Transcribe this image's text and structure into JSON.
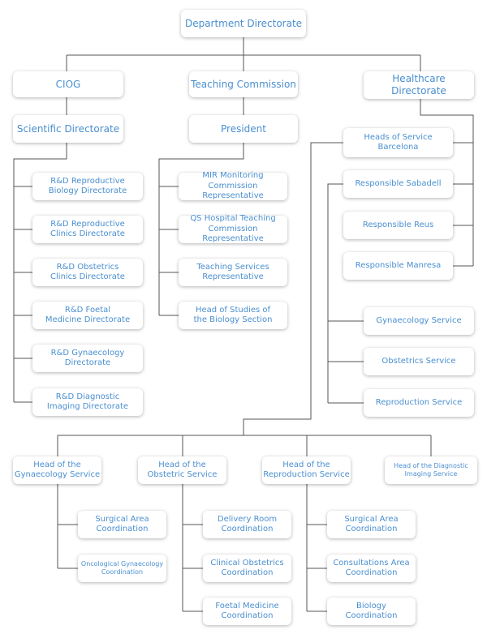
{
  "nodes": {
    "department_directorate": "Department Directorate",
    "ciog": "CIOG",
    "teaching_commission": "Teaching Commission",
    "healthcare_directorate": "Healthcare Directorate",
    "scientific_directorate": "Scientific Directorate",
    "president": "President",
    "rd_reproductive_biology": "R&D Reproductive\nBiology Directorate",
    "rd_reproductive_clinics": "R&D Reproductive\nClinics Directorate",
    "rd_obstetrics_clinics": "R&D Obstetrics\nClinics Directorate",
    "rd_foetal_medicine": "R&D Foetal\nMedicine Directorate",
    "rd_gynaecology": "R&D Gynaecology\nDirectorate",
    "rd_diagnostic_imaging": "R&D Diagnostic\nImaging Directorate",
    "mir_monitoring": "MIR Monitoring\nCommission Representative",
    "qs_hospital_teaching": "QS Hospital Teaching\nCommission Representative",
    "teaching_services": "Teaching Services\nRepresentative",
    "head_studies_biology": "Head of Studies of\nthe Biology Section",
    "heads_service_barcelona": "Heads of Service\nBarcelona",
    "responsible_sabadell": "Responsible Sabadell",
    "responsible_reus": "Responsible Reus",
    "responsible_manresa": "Responsible Manresa",
    "gynaecology_service": "Gynaecology Service",
    "obstetrics_service": "Obstetrics Service",
    "reproduction_service": "Reproduction Service",
    "head_gynaecology_service": "Head of the\nGynaecology Service",
    "head_obstetric_service": "Head of the\nObstetric Service",
    "head_reproduction_service": "Head of the\nReproduction Service",
    "head_diagnostic_imaging_service": "Head of the Diagnostic\nImaging Service",
    "surgical_area_coord_1": "Surgical Area\nCoordination",
    "oncological_gynaecology_coord": "Oncological Gynaecology\nCoordination",
    "delivery_room_coord": "Delivery Room\nCoordination",
    "clinical_obstetrics_coord": "Clinical Obstetrics\nCoordination",
    "foetal_medicine_coord": "Foetal Medicine\nCoordination",
    "surgical_area_coord_2": "Surgical Area\nCoordination",
    "consultations_area_coord": "Consultations Area\nCoordination",
    "biology_coord": "Biology\nCoordination"
  },
  "colors": {
    "node_text": "#4a8fd0",
    "connector": "#555555"
  }
}
